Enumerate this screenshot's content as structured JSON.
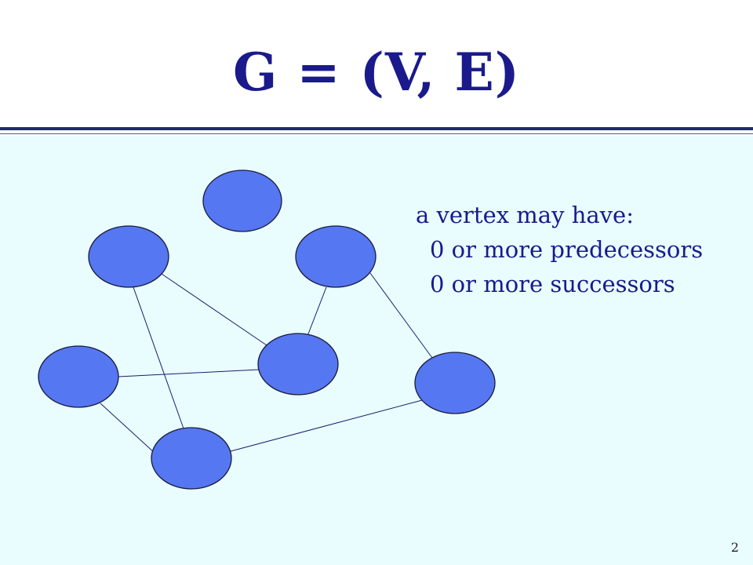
{
  "slide": {
    "title": "G = (V, E)",
    "note": {
      "heading": "a vertex may have:",
      "items": [
        "0 or more predecessors",
        "0 or more successors"
      ]
    },
    "page_number": "2"
  },
  "graph": {
    "vertex_count": 7,
    "edge_count": 7
  },
  "colors": {
    "title_text": "#1a1a8c",
    "content_background": "#e9fdff",
    "vertex_fill": "#5577f2",
    "vertex_stroke": "#1a1a3a",
    "edge_stroke": "#1c1c6a"
  }
}
